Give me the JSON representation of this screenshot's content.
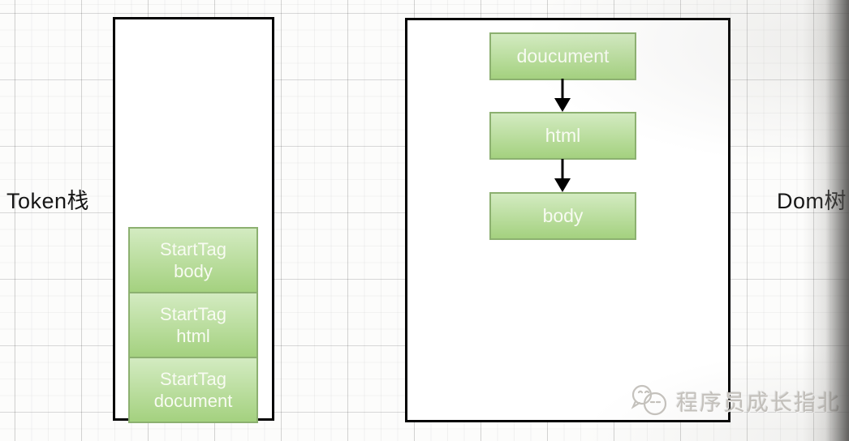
{
  "diagram": {
    "token_stack": {
      "label": "Token栈",
      "items": [
        {
          "line1": "StartTag",
          "line2": "body"
        },
        {
          "line1": "StartTag",
          "line2": "html"
        },
        {
          "line1": "StartTag",
          "line2": "document"
        }
      ]
    },
    "dom_tree": {
      "label": "Dom树",
      "nodes": [
        {
          "label": "doucument"
        },
        {
          "label": "html"
        },
        {
          "label": "body"
        }
      ]
    }
  },
  "watermark": {
    "text": "程序员成长指北",
    "icon": "chat-bubbles-icon"
  },
  "colors": {
    "node_fill_top": "#d3ebc1",
    "node_fill_bottom": "#a4d17f",
    "node_border": "#8cb070",
    "node_text": "#f8fbf2",
    "container_border": "#000000",
    "label_text": "#161616",
    "arrow_color": "#000000",
    "watermark_text": "#c5c2bd"
  }
}
